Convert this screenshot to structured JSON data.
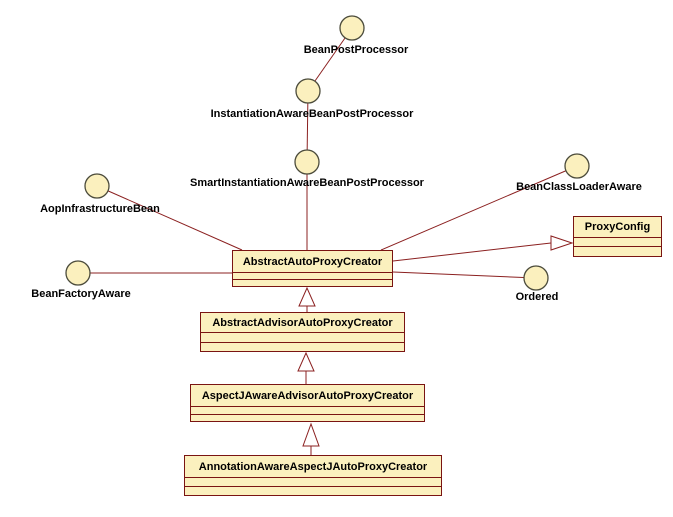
{
  "colors": {
    "background": "#ffffff",
    "node_fill": "#fbf0be",
    "box_border": "#7a1412",
    "edge": "#8b2020",
    "circle_border": "#4b4b3b",
    "text": "#000000"
  },
  "interfaces": [
    {
      "name": "BeanPostProcessor"
    },
    {
      "name": "InstantiationAwareBeanPostProcessor"
    },
    {
      "name": "SmartInstantiationAwareBeanPostProcessor"
    },
    {
      "name": "AopInfrastructureBean"
    },
    {
      "name": "BeanClassLoaderAware"
    },
    {
      "name": "BeanFactoryAware"
    },
    {
      "name": "Ordered"
    }
  ],
  "classes": [
    {
      "name": "AbstractAutoProxyCreator"
    },
    {
      "name": "AbstractAdvisorAutoProxyCreator"
    },
    {
      "name": "AspectJAwareAdvisorAutoProxyCreator"
    },
    {
      "name": "AnnotationAwareAspectJAutoProxyCreator"
    },
    {
      "name": "ProxyConfig"
    }
  ],
  "relationships": [
    {
      "from": "InstantiationAwareBeanPostProcessor",
      "to": "BeanPostProcessor",
      "type": "interface-inheritance"
    },
    {
      "from": "SmartInstantiationAwareBeanPostProcessor",
      "to": "InstantiationAwareBeanPostProcessor",
      "type": "interface-inheritance"
    },
    {
      "from": "AbstractAutoProxyCreator",
      "to": "SmartInstantiationAwareBeanPostProcessor",
      "type": "implements"
    },
    {
      "from": "AbstractAutoProxyCreator",
      "to": "AopInfrastructureBean",
      "type": "implements"
    },
    {
      "from": "AbstractAutoProxyCreator",
      "to": "BeanClassLoaderAware",
      "type": "implements"
    },
    {
      "from": "AbstractAutoProxyCreator",
      "to": "BeanFactoryAware",
      "type": "implements"
    },
    {
      "from": "AbstractAutoProxyCreator",
      "to": "Ordered",
      "type": "implements"
    },
    {
      "from": "AbstractAutoProxyCreator",
      "to": "ProxyConfig",
      "type": "extends"
    },
    {
      "from": "AbstractAdvisorAutoProxyCreator",
      "to": "AbstractAutoProxyCreator",
      "type": "extends"
    },
    {
      "from": "AspectJAwareAdvisorAutoProxyCreator",
      "to": "AbstractAdvisorAutoProxyCreator",
      "type": "extends"
    },
    {
      "from": "AnnotationAwareAspectJAutoProxyCreator",
      "to": "AspectJAwareAdvisorAutoProxyCreator",
      "type": "extends"
    }
  ]
}
